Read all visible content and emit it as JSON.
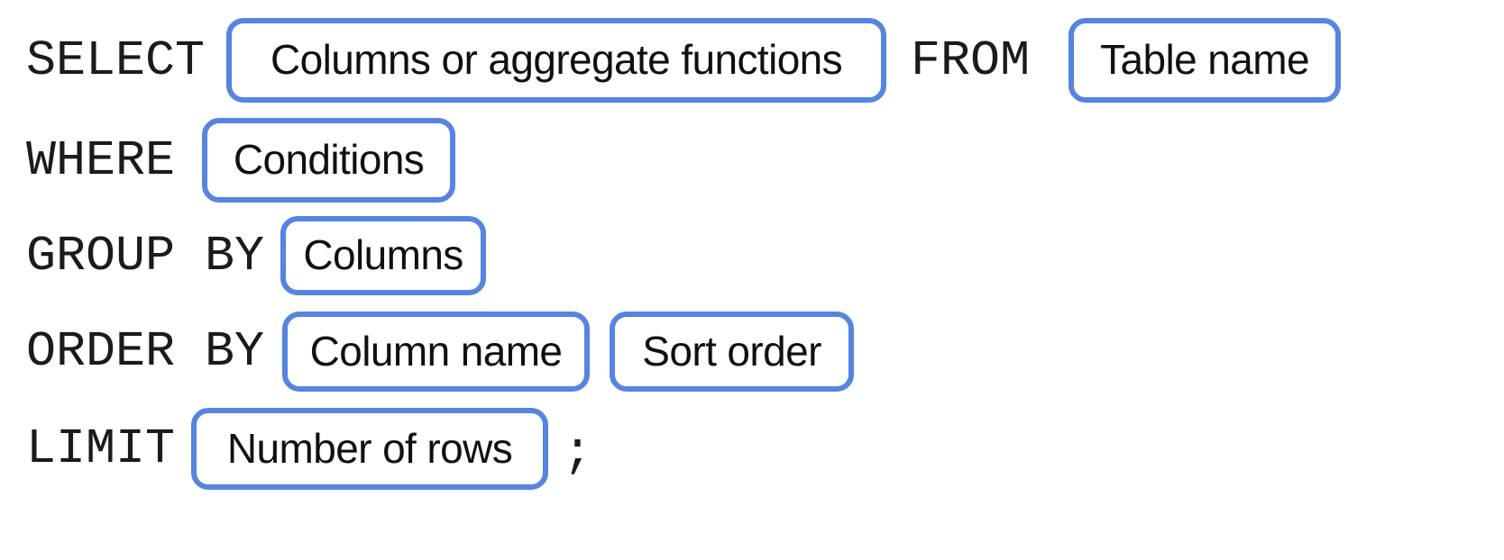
{
  "diagram": {
    "type": "sql-syntax-template",
    "accent_color": "#5585e0",
    "text_color": "#101010",
    "keyword_color": "#1b1b1b",
    "background_color": "#ffffff",
    "terminator": ";",
    "clauses": [
      {
        "keyword": "SELECT",
        "slots": [
          {
            "label": "Columns or aggregate functions"
          }
        ]
      },
      {
        "keyword": "FROM",
        "slots": [
          {
            "label": "Table name"
          }
        ]
      },
      {
        "keyword": "WHERE",
        "slots": [
          {
            "label": "Conditions"
          }
        ]
      },
      {
        "keyword": "GROUP BY",
        "slots": [
          {
            "label": "Columns"
          }
        ]
      },
      {
        "keyword": "ORDER BY",
        "slots": [
          {
            "label": "Column name"
          },
          {
            "label": "Sort order"
          }
        ]
      },
      {
        "keyword": "LIMIT",
        "slots": [
          {
            "label": "Number of rows"
          }
        ]
      }
    ]
  }
}
